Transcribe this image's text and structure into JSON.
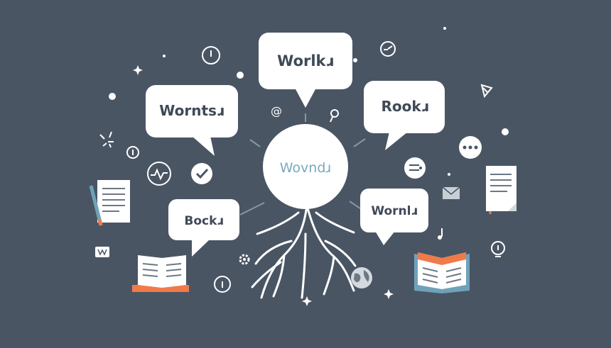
{
  "palette": {
    "background": "#4a5564",
    "bubble": "#ffffff",
    "text": "#3f4a57",
    "center_text": "#7aa9bd",
    "accent": "#f07a4a"
  },
  "center": {
    "label": "Wovndɹ"
  },
  "bubbles": [
    {
      "label": "Worlkɹ"
    },
    {
      "label": "Worntsɹ"
    },
    {
      "label": "Rookɹ"
    },
    {
      "label": "Bockɹ"
    },
    {
      "label": "Wornlɹ"
    }
  ],
  "icons": [
    "clock-icon",
    "timer-icon",
    "at-sign-icon",
    "search-icon",
    "play-icon",
    "more-dots-icon",
    "hourglass-icon",
    "info-icon",
    "pulse-icon",
    "check-icon",
    "toggle-icon",
    "mail-icon",
    "settings-icon",
    "info-circle-icon",
    "globe-icon",
    "music-note-icon",
    "lightbulb-icon",
    "chat-icon",
    "document-icon",
    "pencil-icon",
    "open-book-icon",
    "sparkle-icon"
  ]
}
